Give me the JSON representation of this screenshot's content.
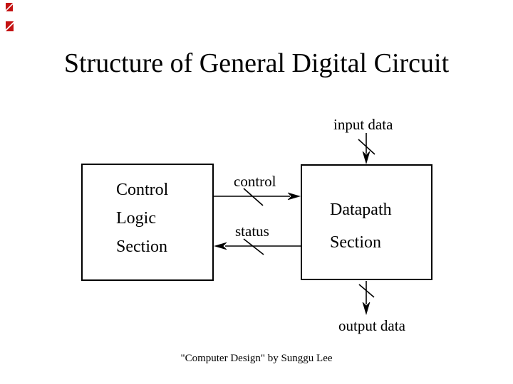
{
  "slide": {
    "title": "Structure of General Digital Circuit",
    "caption": "\"Computer Design\" by Sunggu Lee"
  },
  "diagram": {
    "control_box": {
      "lines": [
        "Control",
        "Logic",
        "Section"
      ]
    },
    "datapath_box": {
      "lines": [
        "Datapath",
        "Section"
      ]
    },
    "wire_labels": {
      "control": "control",
      "status": "status",
      "input": "input data",
      "output": "output data"
    }
  },
  "colors": {
    "ink": "#000000",
    "background": "#ffffff",
    "artifact_red": "#c41212"
  }
}
